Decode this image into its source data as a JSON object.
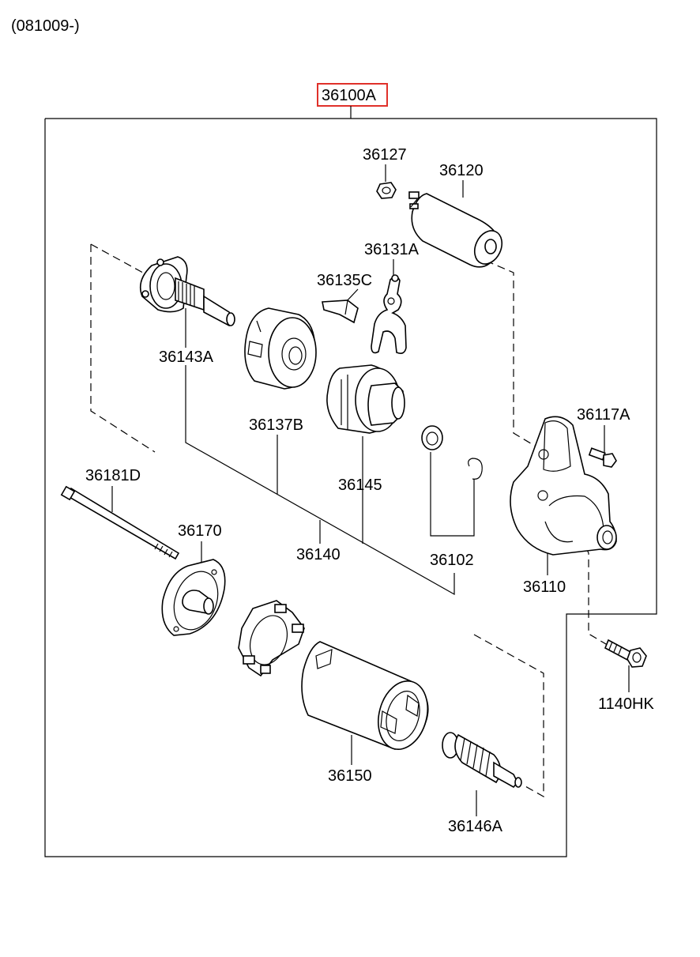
{
  "header": {
    "date_code": "(081009-)"
  },
  "assembly": {
    "part_no": "36100A",
    "highlight_color": "#e0302a"
  },
  "parts": {
    "p36127": "36127",
    "p36120": "36120",
    "p36131A": "36131A",
    "p36135C": "36135C",
    "p36143A": "36143A",
    "p36137B": "36137B",
    "p36145": "36145",
    "p36117A": "36117A",
    "p36181D": "36181D",
    "p36170": "36170",
    "p36140": "36140",
    "p36102": "36102",
    "p36110": "36110",
    "p1140HK": "1140HK",
    "p36150": "36150",
    "p36146A": "36146A"
  }
}
